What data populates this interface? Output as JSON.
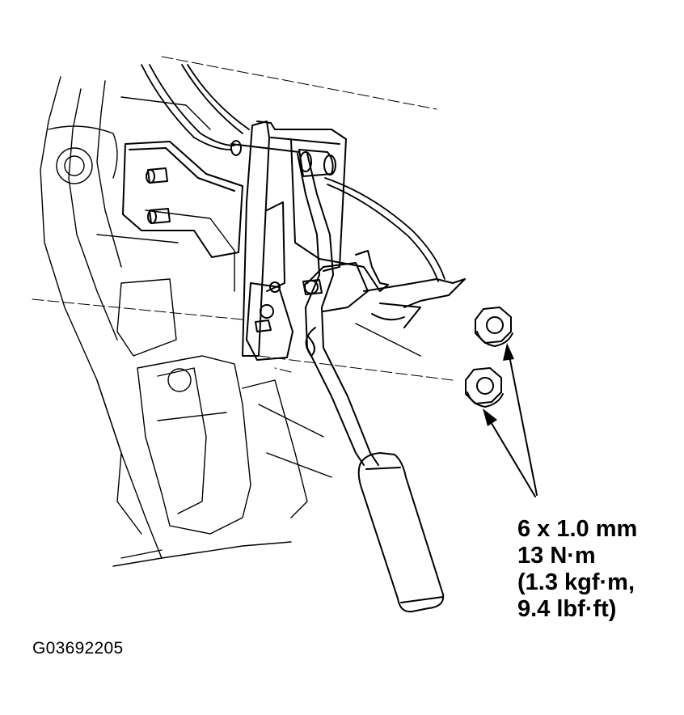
{
  "figure_id": "G03692205",
  "callout": {
    "line1": "6 x 1.0 mm",
    "line2": "13 N·m",
    "line3": "(1.3 kgf·m,",
    "line4": "9.4 lbf·ft)"
  }
}
